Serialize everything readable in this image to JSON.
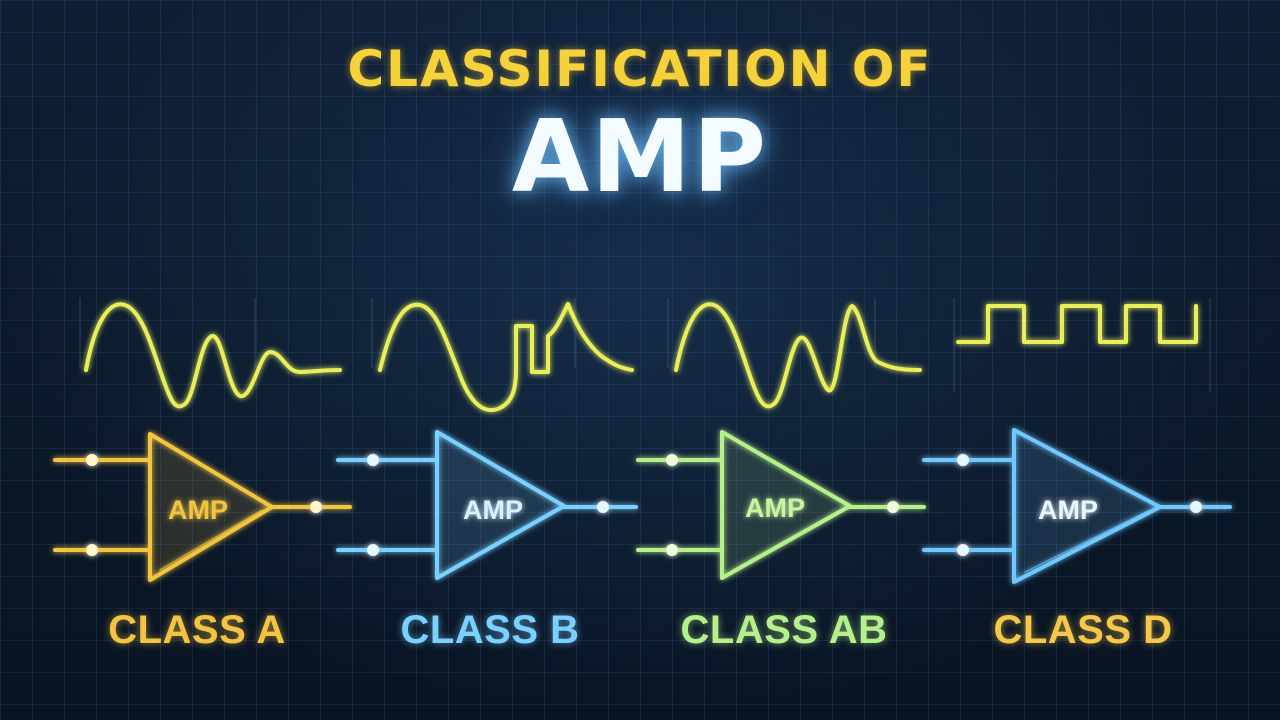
{
  "header": {
    "title_line1": "CLASSIFICATION OF",
    "title_line2": "AMP"
  },
  "colors": {
    "class_a": "#f3c441",
    "class_b": "#7ad0ff",
    "class_ab": "#b6f08a",
    "class_d": "#f5c84a",
    "waveform": "#e8ef5a",
    "baseline": "#6fd0ff",
    "title_yellow": "#f5d23a"
  },
  "amplifiers": [
    {
      "id": "a",
      "symbol_label": "AMP",
      "class_label": "CLASS A",
      "waveform": "decaying-sine"
    },
    {
      "id": "b",
      "symbol_label": "AMP",
      "class_label": "CLASS B",
      "waveform": "half-wave-clipped"
    },
    {
      "id": "ab",
      "symbol_label": "AMP",
      "class_label": "CLASS AB",
      "waveform": "decaying-sine"
    },
    {
      "id": "d",
      "symbol_label": "AMP",
      "class_label": "CLASS D",
      "waveform": "square-pwm"
    }
  ],
  "icons": [
    "amplifier-triangle-icon",
    "waveform-icon",
    "terminal-dot-icon"
  ]
}
